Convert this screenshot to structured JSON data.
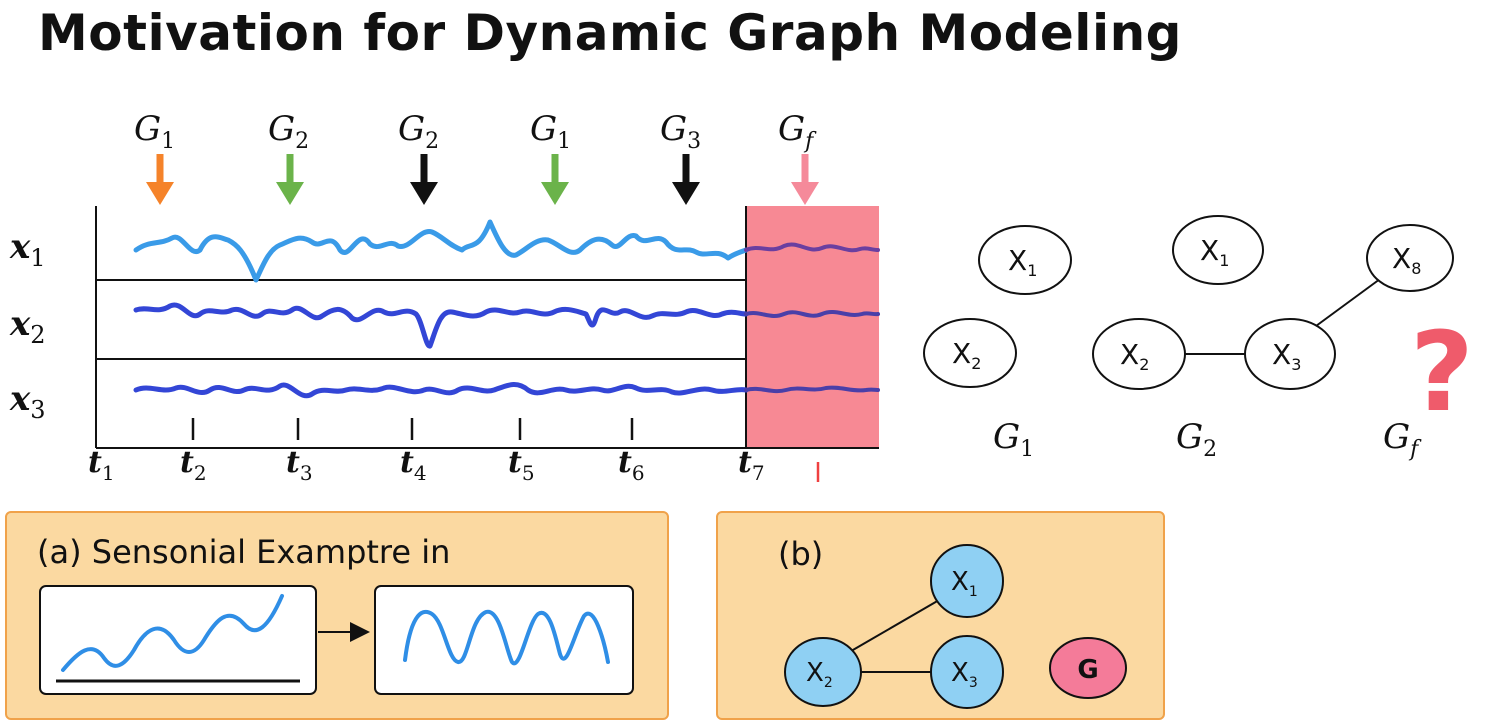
{
  "title": "Motivation for Dynamic Graph Modeling",
  "timeline": {
    "events": [
      {
        "graph": "G",
        "sub": "1",
        "arrow_color": "#f5832a"
      },
      {
        "graph": "G",
        "sub": "2",
        "arrow_color": "#6bb34a"
      },
      {
        "graph": "G",
        "sub": "2",
        "arrow_color": "#111111"
      },
      {
        "graph": "G",
        "sub": "1",
        "arrow_color": "#6bb34a"
      },
      {
        "graph": "G",
        "sub": "3",
        "arrow_color": "#111111"
      },
      {
        "graph": "G",
        "sub": "f",
        "arrow_color": "#f58a9a"
      }
    ],
    "series": [
      {
        "var": "x",
        "sub": "1",
        "color": "#3a9be8"
      },
      {
        "var": "x",
        "sub": "2",
        "color": "#3346d6"
      },
      {
        "var": "x",
        "sub": "3",
        "color": "#3346d6"
      }
    ],
    "times": [
      {
        "var": "t",
        "sub": "1"
      },
      {
        "var": "t",
        "sub": "2"
      },
      {
        "var": "t",
        "sub": "3"
      },
      {
        "var": "t",
        "sub": "4"
      },
      {
        "var": "t",
        "sub": "5"
      },
      {
        "var": "t",
        "sub": "6"
      },
      {
        "var": "t",
        "sub": "7"
      }
    ],
    "future_color": "#f7838e"
  },
  "graphs": {
    "g1": {
      "label": "G",
      "sub": "1",
      "nodes": [
        {
          "text": "X",
          "sub": "1"
        },
        {
          "text": "X",
          "sub": "2"
        }
      ]
    },
    "g2": {
      "label": "G",
      "sub": "2",
      "nodes": [
        {
          "text": "X",
          "sub": "1"
        },
        {
          "text": "X",
          "sub": "2"
        },
        {
          "text": "X",
          "sub": "3"
        }
      ]
    },
    "gf": {
      "label": "G",
      "sub": "f",
      "nodes": [
        {
          "text": "X",
          "sub": "8"
        }
      ],
      "unknown_mark": "?",
      "unknown_color": "#ef5b6b"
    }
  },
  "panel_a": {
    "label": "(a) Sensonial Examptre in"
  },
  "panel_b": {
    "label": "(b)",
    "nodes": [
      {
        "text": "X",
        "sub": "1"
      },
      {
        "text": "X",
        "sub": "2"
      },
      {
        "text": "X",
        "sub": "3"
      }
    ],
    "badge": "G",
    "node_color": "#8fd0f3",
    "badge_color": "#f47b99"
  }
}
